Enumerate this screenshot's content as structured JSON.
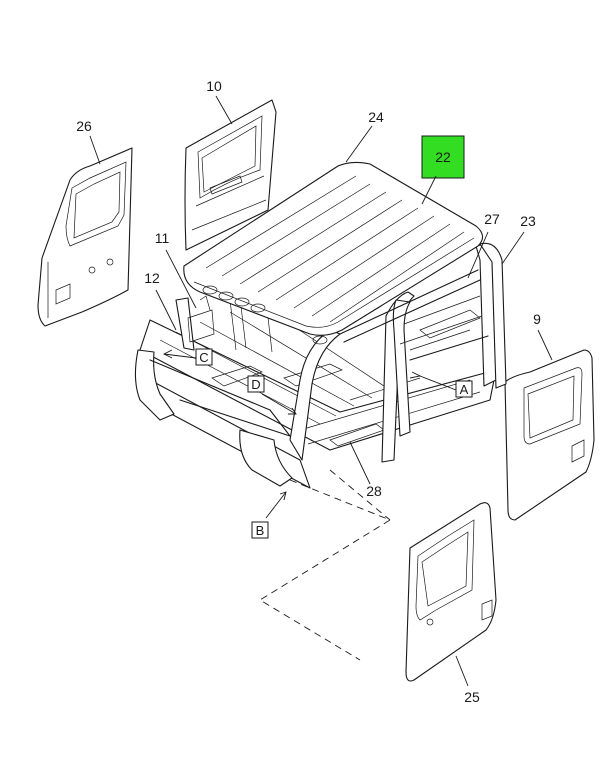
{
  "callouts": {
    "c26": "26",
    "c10": "10",
    "c24": "24",
    "c22": "22",
    "c27": "27",
    "c23": "23",
    "c11": "11",
    "c12": "12",
    "c9": "9",
    "c28": "28",
    "c25": "25"
  },
  "view_labels": {
    "a": "A",
    "b": "B",
    "c": "C",
    "d": "D"
  },
  "highlight": {
    "item": "22",
    "color": "#33dd22"
  }
}
